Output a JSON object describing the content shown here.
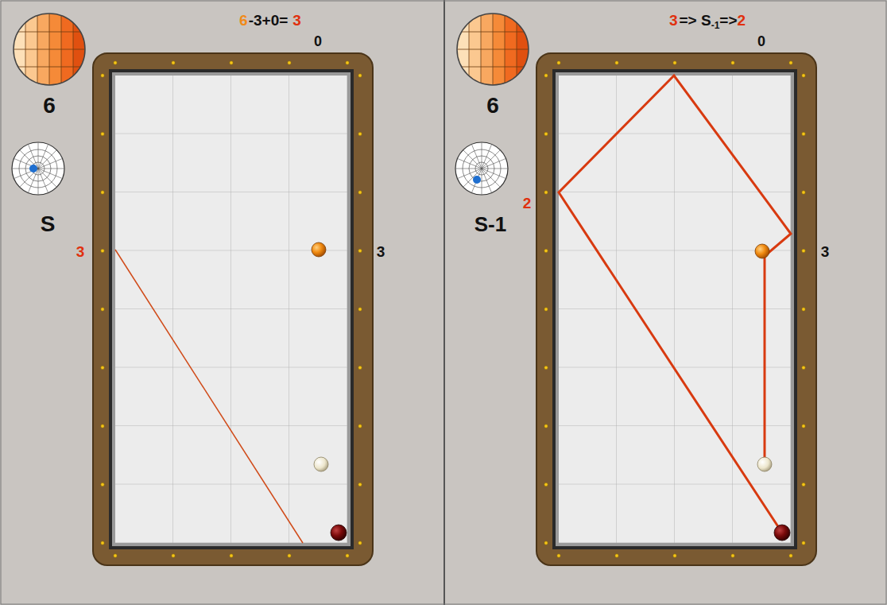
{
  "diagram": {
    "labels": [
      "6",
      "-3+0=",
      "3",
      "0",
      "6",
      "S",
      "3",
      "3",
      "3",
      "=> S",
      "-1",
      "=>",
      "2",
      "0",
      "6",
      "S-1",
      "2",
      "3"
    ]
  }
}
